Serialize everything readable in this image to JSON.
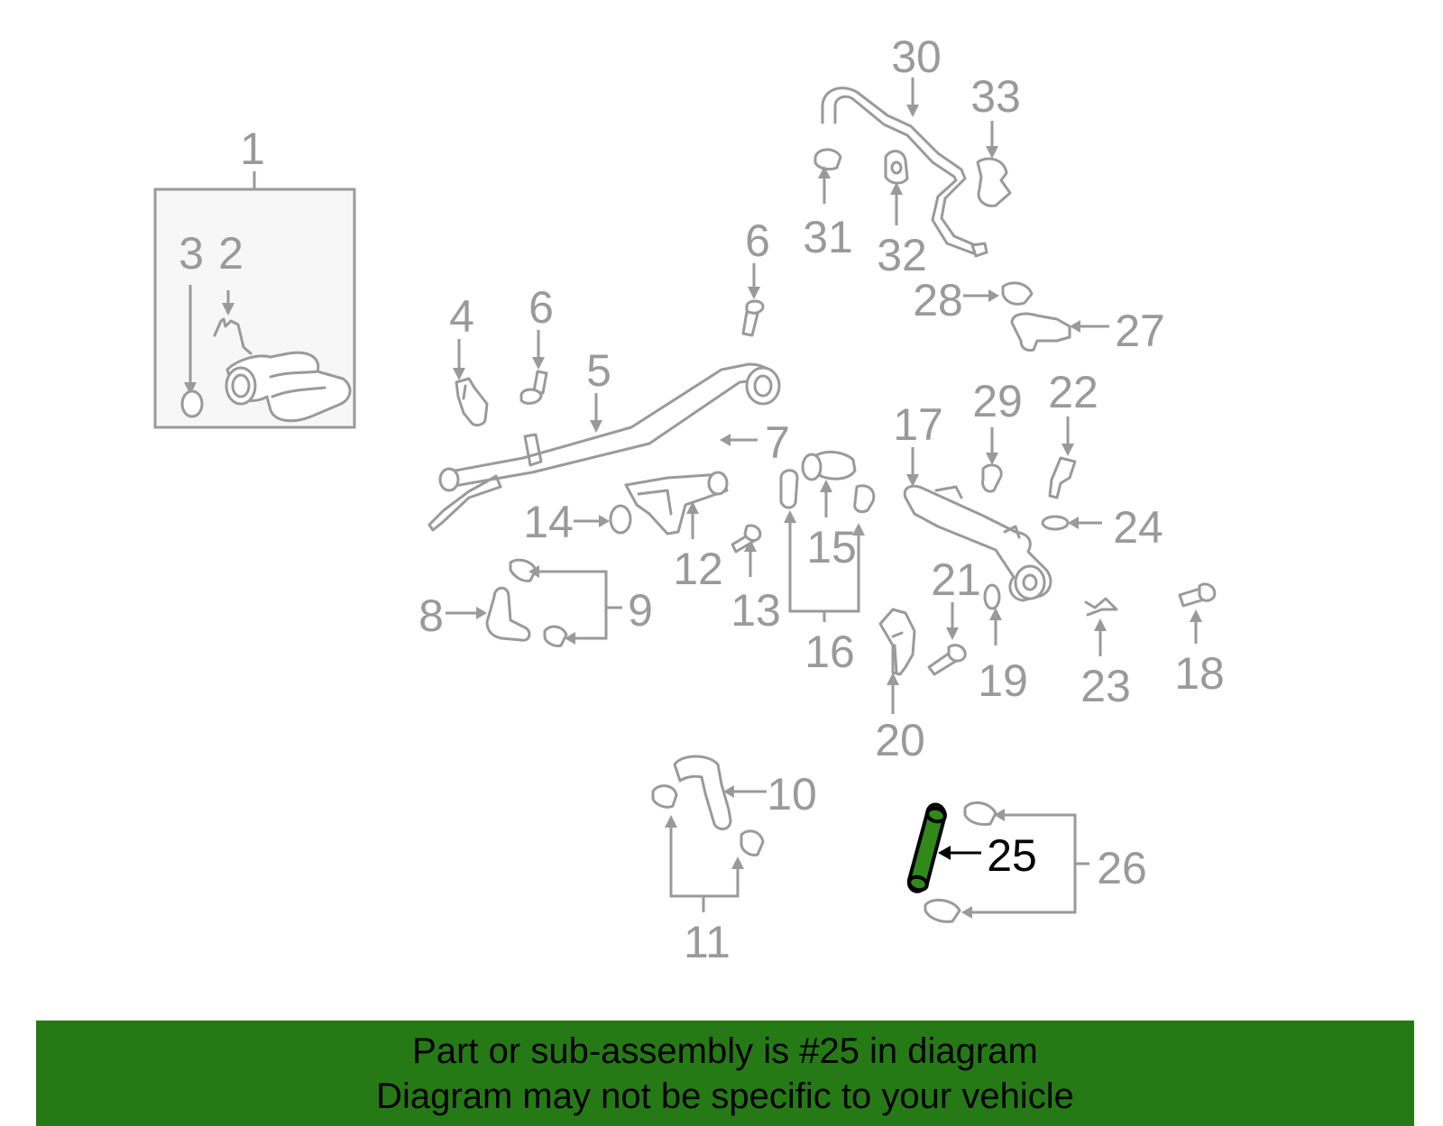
{
  "colors": {
    "part_stroke": "#9a9a9a",
    "highlight_fill": "#2f8a1a",
    "highlight_stroke": "#000000",
    "banner_bg": "#267a16",
    "banner_text": "#000000"
  },
  "highlighted_part": "25",
  "callouts": {
    "c1": "1",
    "c2": "2",
    "c3": "3",
    "c4": "4",
    "c5": "5",
    "c6a": "6",
    "c6b": "6",
    "c7": "7",
    "c8": "8",
    "c9": "9",
    "c10": "10",
    "c11": "11",
    "c12": "12",
    "c13": "13",
    "c14": "14",
    "c15": "15",
    "c16": "16",
    "c17": "17",
    "c18": "18",
    "c19": "19",
    "c20": "20",
    "c21": "21",
    "c22": "22",
    "c23": "23",
    "c24": "24",
    "c25": "25",
    "c26": "26",
    "c27": "27",
    "c28": "28",
    "c29": "29",
    "c30": "30",
    "c31": "31",
    "c32": "32",
    "c33": "33"
  },
  "banner": {
    "line1": "Part or sub-assembly is #25 in diagram",
    "line2": "Diagram may not be specific to your vehicle"
  }
}
